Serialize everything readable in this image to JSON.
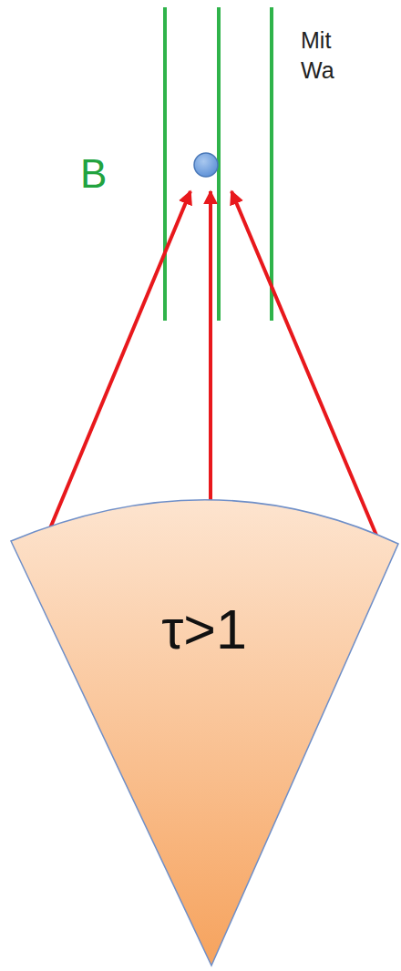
{
  "diagram": {
    "nodes": [
      {
        "text": [
          "τ>1"
        ]
      }
    ],
    "labels": [
      "B",
      "Mit",
      "Wa"
    ]
  }
}
